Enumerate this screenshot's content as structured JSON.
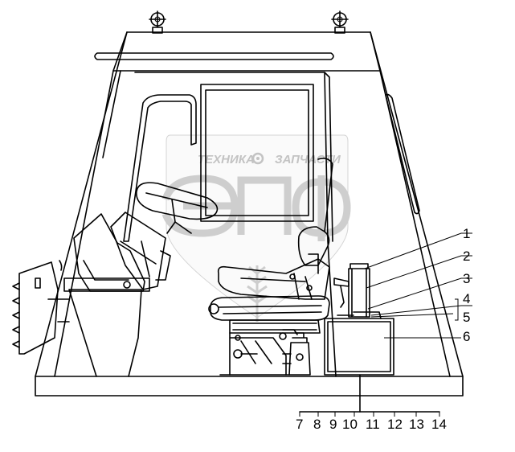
{
  "watermark": {
    "left_word": "ТЕХНИКА",
    "right_word": "ЗАПЧАСТИ",
    "gear_icon": "gear-icon",
    "logo_letters": "ЭПФ",
    "logo": "epf-logo-watermark"
  },
  "callouts": [
    {
      "id": "1",
      "label": "1"
    },
    {
      "id": "2",
      "label": "2"
    },
    {
      "id": "3",
      "label": "3"
    },
    {
      "id": "4",
      "label": "4"
    },
    {
      "id": "5",
      "label": "5"
    },
    {
      "id": "6",
      "label": "6"
    }
  ],
  "bottom_labels": [
    "7",
    "8",
    "9",
    "10",
    "11",
    "12",
    "13",
    "14"
  ]
}
